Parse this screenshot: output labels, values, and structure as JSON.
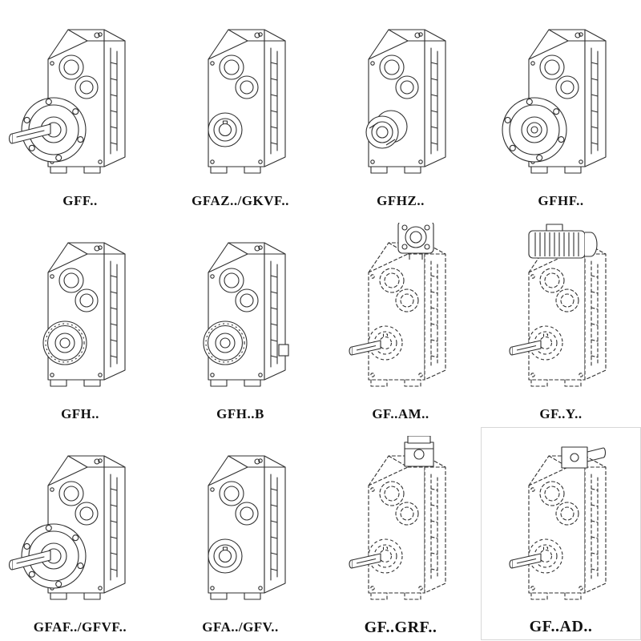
{
  "page": {
    "background": "#ffffff",
    "line_color": "#2f2f2f"
  },
  "cells": [
    {
      "label": "GFF..",
      "drawing": "parallel-shaft-gearbox-output-flange-solid-shaft"
    },
    {
      "label": "GFAZ../GKVF..",
      "drawing": "parallel-shaft-gearbox-hollow-output-shaft"
    },
    {
      "label": "GFHZ..",
      "drawing": "parallel-shaft-gearbox-shrink-disc"
    },
    {
      "label": "GFHF..",
      "drawing": "parallel-shaft-gearbox-front-flange"
    },
    {
      "label": "GFH..",
      "drawing": "parallel-shaft-gearbox-hollow-shaft-bearing"
    },
    {
      "label": "GFH..B",
      "drawing": "parallel-shaft-gearbox-hollow-shaft-backstop"
    },
    {
      "label": "GF..AM..",
      "drawing": "gearbox-phantom-with-iec-adapter-flange"
    },
    {
      "label": "GF..Y..",
      "drawing": "gearbox-phantom-with-mounted-motor"
    },
    {
      "label": "GFAF../GFVF..",
      "drawing": "parallel-shaft-gearbox-output-flange-solid-shaft"
    },
    {
      "label": "GFA../GFV..",
      "drawing": "parallel-shaft-gearbox-hollow-output-shaft"
    },
    {
      "label": "GF..GRF..",
      "drawing": "gearbox-phantom-with-gear-adapter"
    },
    {
      "label": "GF..AD..",
      "drawing": "gearbox-phantom-with-input-shaft-adapter"
    }
  ]
}
